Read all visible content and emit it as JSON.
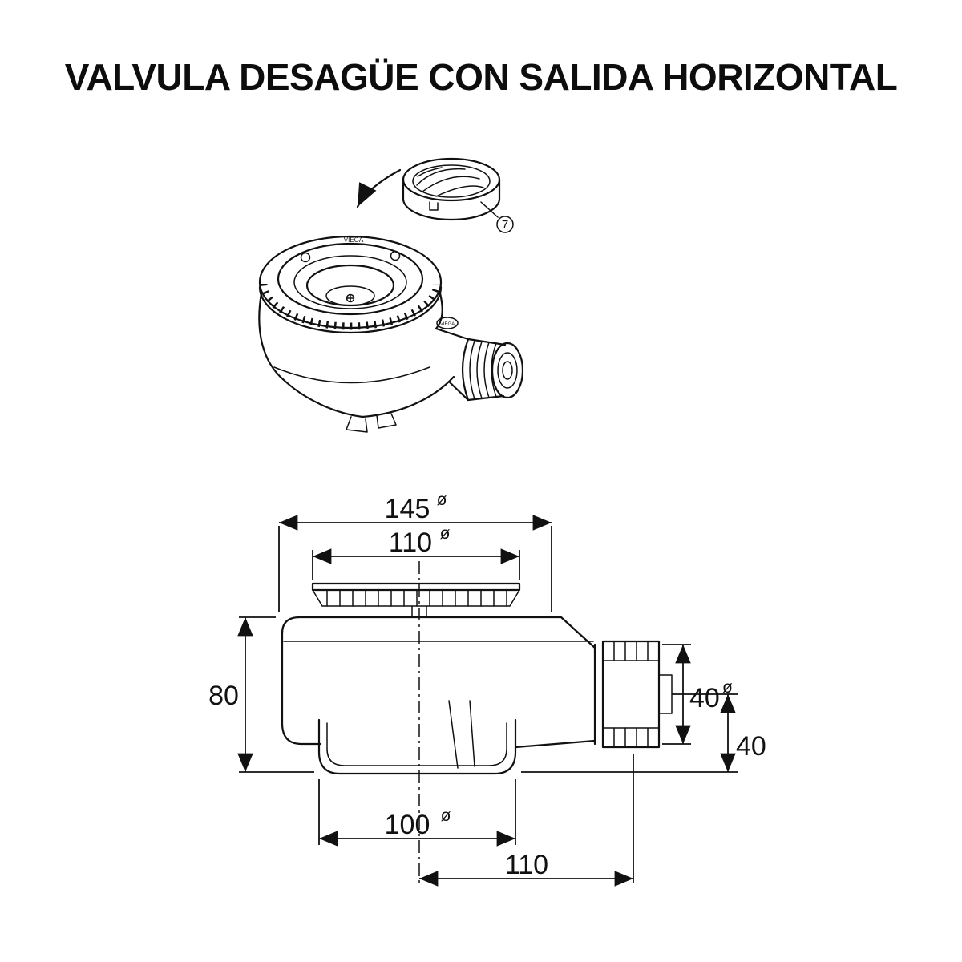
{
  "title": "VALVULA DESAGÜE CON SALIDA HORIZONTAL",
  "brand": "VIEGA",
  "callout": {
    "label": "7"
  },
  "dimensions": {
    "overall_width": {
      "value": "145",
      "symbol": "ø"
    },
    "plate_width": {
      "value": "110",
      "symbol": "ø"
    },
    "body_height": {
      "value": "80"
    },
    "outlet_diameter": {
      "value": "40",
      "symbol": "ø"
    },
    "outlet_height": {
      "value": "40"
    },
    "cup_diameter": {
      "value": "100",
      "symbol": "ø"
    },
    "outlet_offset": {
      "value": "110"
    }
  }
}
